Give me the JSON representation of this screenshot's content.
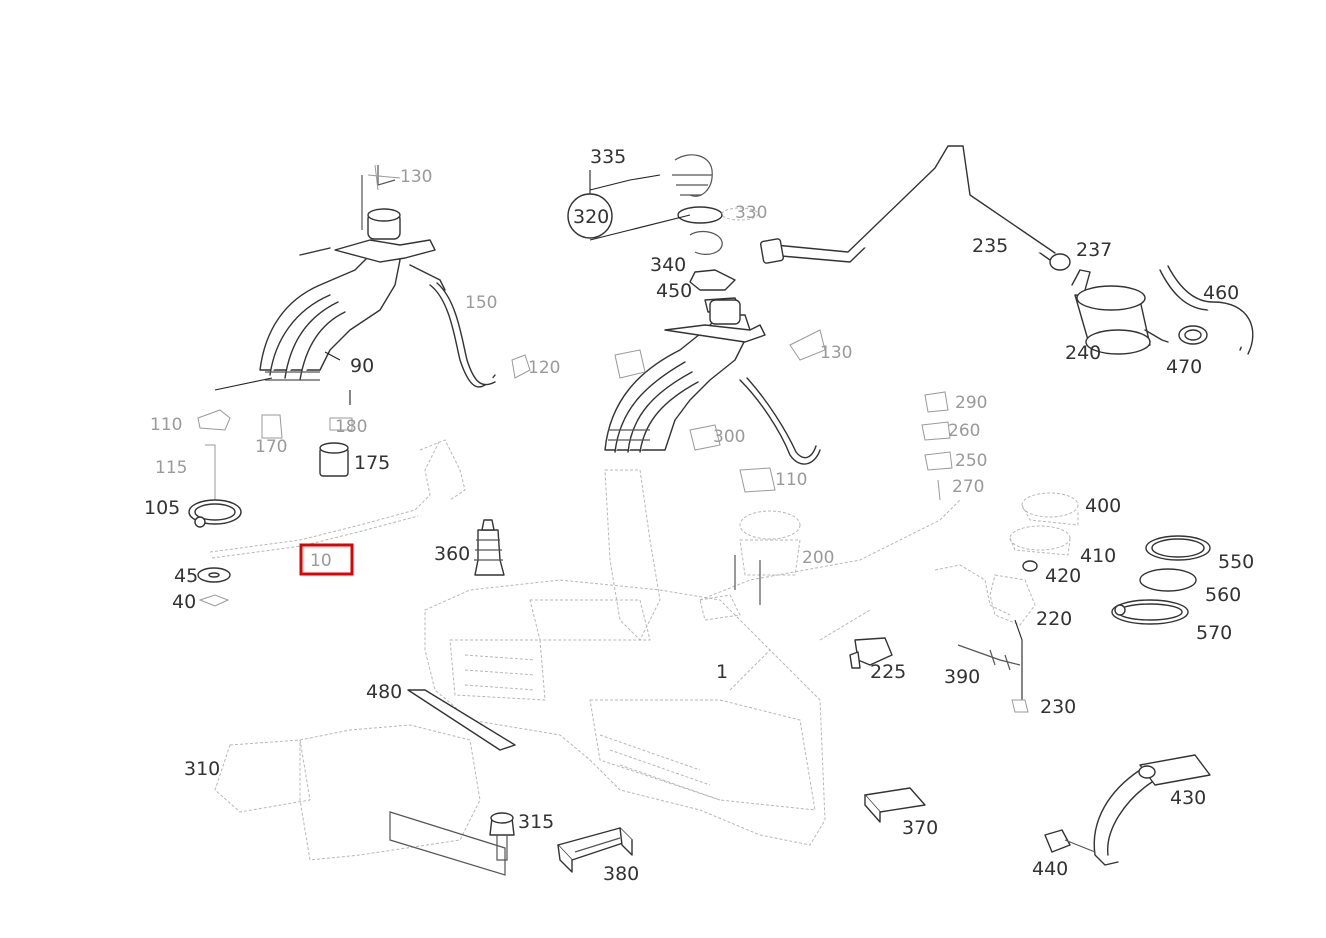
{
  "diagram": {
    "highlight_color": "#e00000",
    "labels": {
      "p335": "335",
      "p320": "320",
      "p340": "340",
      "p450": "450",
      "p235": "235",
      "p237": "237",
      "p460": "460",
      "p240": "240",
      "p470": "470",
      "p150": "150",
      "p90": "90",
      "p175": "175",
      "p105": "105",
      "p45": "45",
      "p40": "40",
      "p360": "360",
      "p400": "400",
      "p410": "410",
      "p420": "420",
      "p550": "550",
      "p560": "560",
      "p570": "570",
      "p220": "220",
      "p225": "225",
      "p390": "390",
      "p230": "230",
      "p480": "480",
      "p1": "1",
      "p310": "310",
      "p315": "315",
      "p370": "370",
      "p430": "430",
      "p380": "380",
      "p440": "440",
      "p200": "200",
      "p10": "10"
    }
  }
}
